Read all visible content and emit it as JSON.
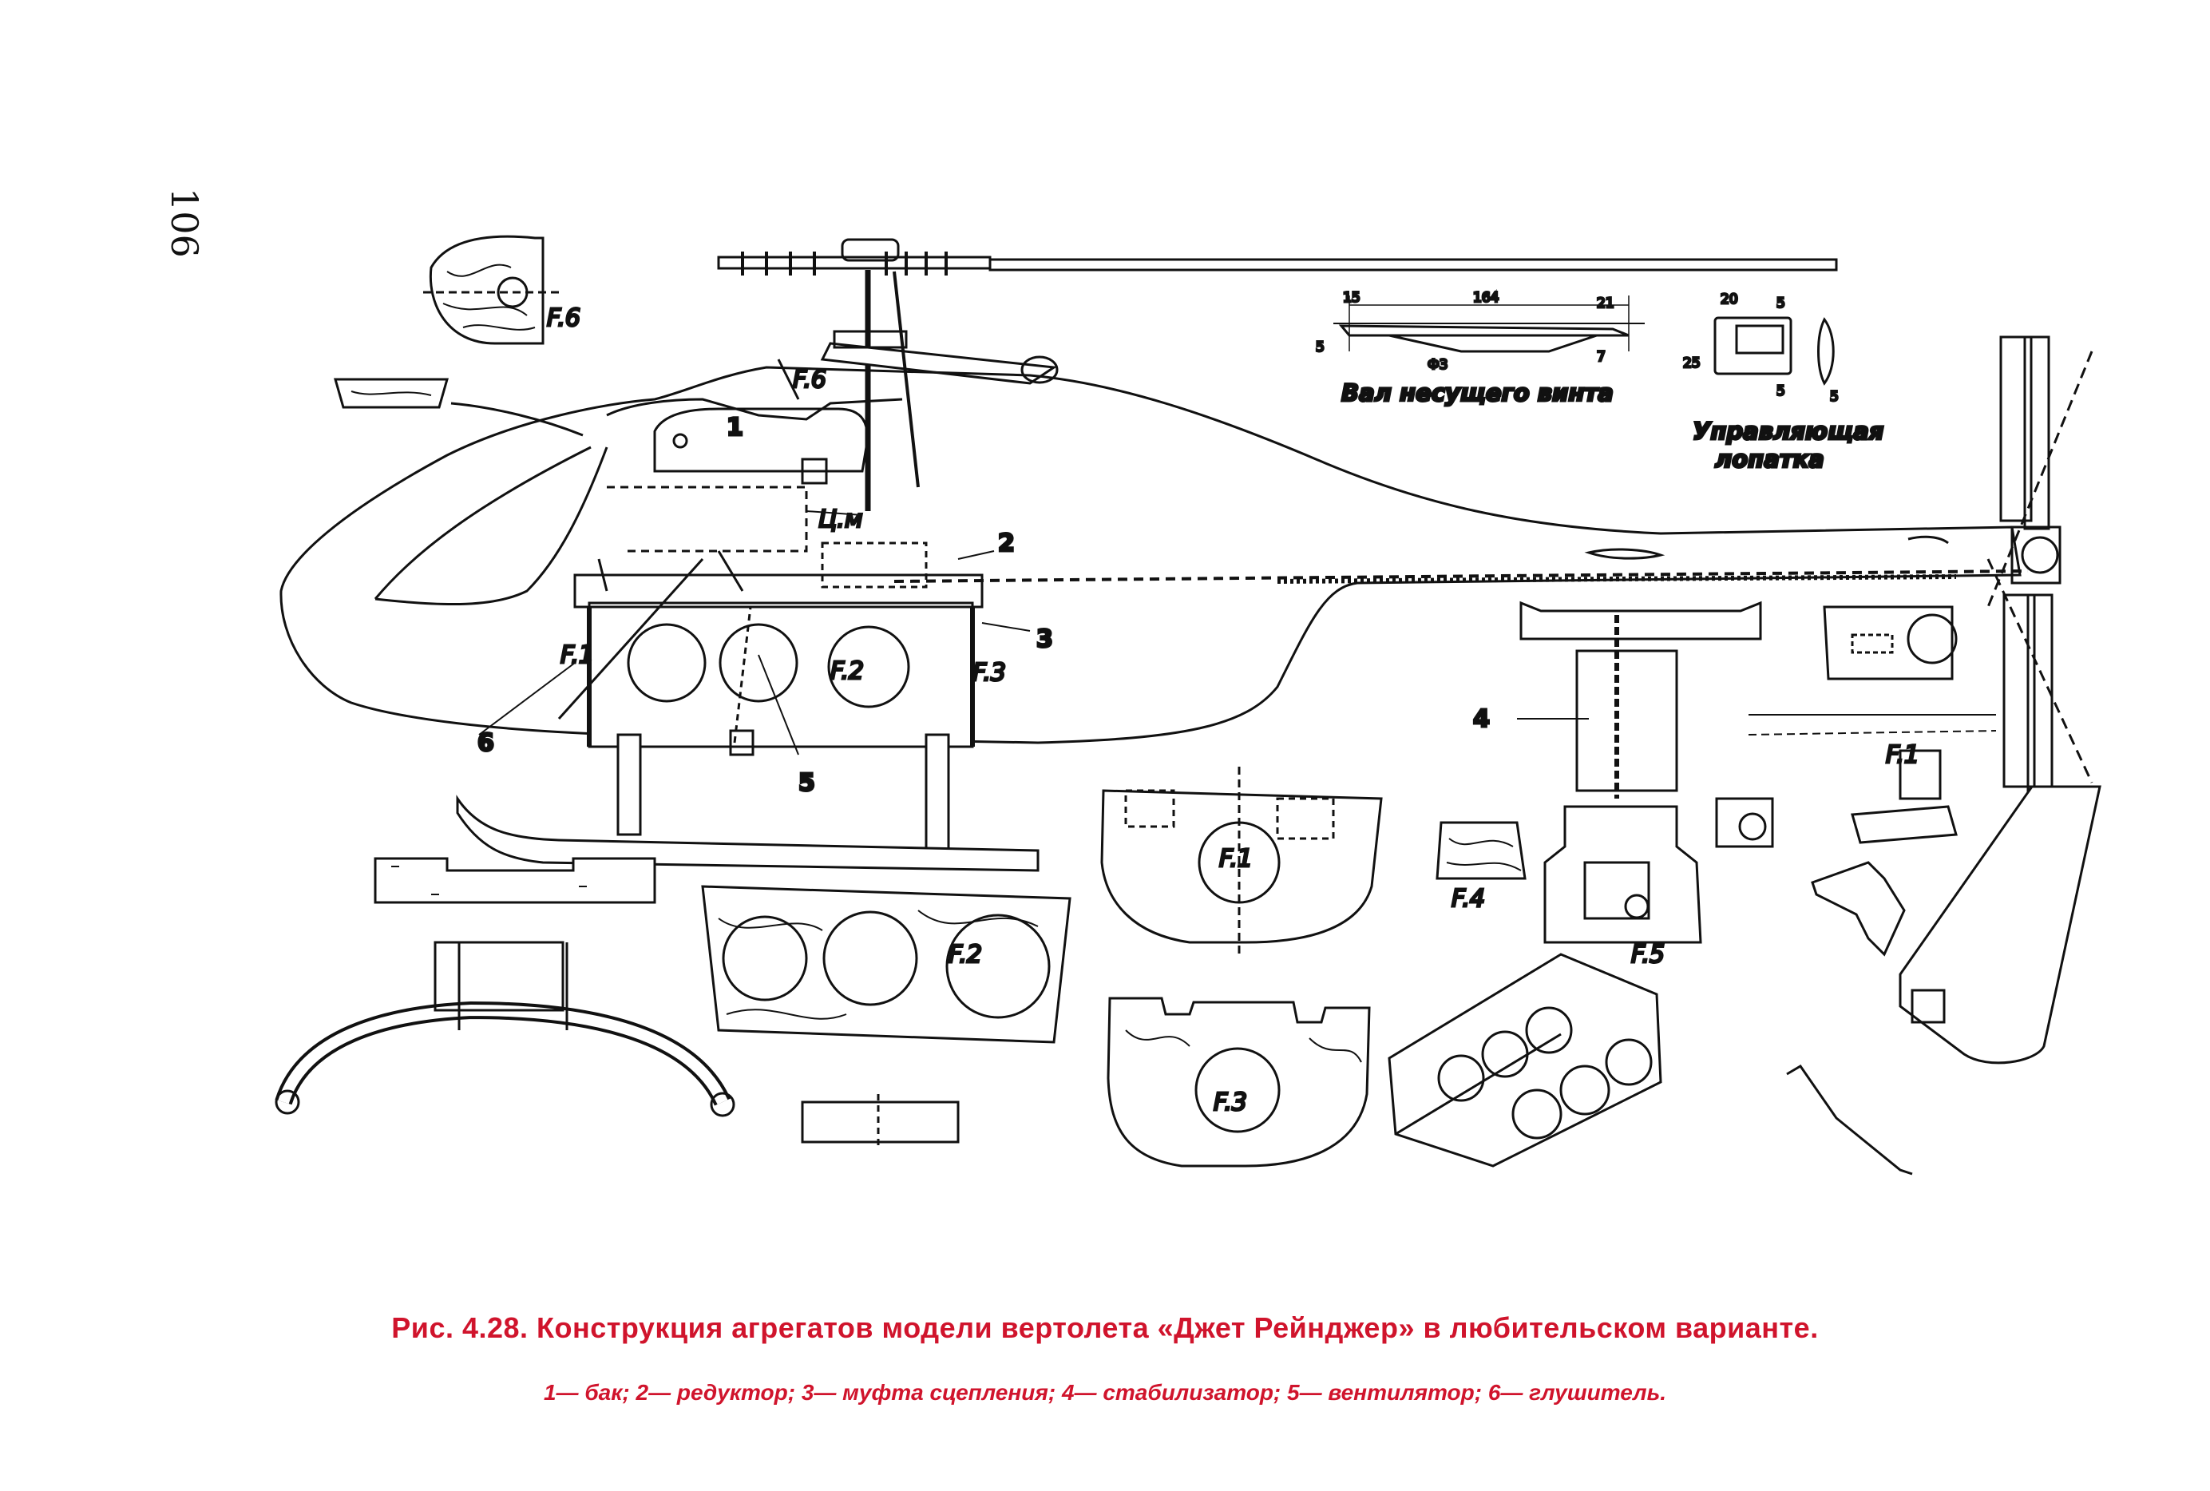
{
  "page_number": "106",
  "caption": {
    "title": "Рис. 4.28. Конструкция агрегатов модели вертолета «Джет Рейнджер» в любительском варианте.",
    "legend": "1— бак; 2— редуктор; 3— муфта сцепления; 4— стабилизатор; 5— вентилятор; 6— глушитель."
  },
  "callouts": {
    "c1": "1",
    "c2": "2",
    "c3": "3",
    "c4": "4",
    "c5": "5",
    "c6": "6",
    "cm": "Ц.м"
  },
  "frame_labels": {
    "f1": "F.1",
    "f2": "F.2",
    "f3": "F.3",
    "f4": "F.4",
    "f5": "F.5",
    "f6": "F.6"
  },
  "detail_notes": {
    "shaft": "Вал несущего винта",
    "paddle_line1": "Управляющая",
    "paddle_line2": "лопатка"
  },
  "dimensions": {
    "shaft": [
      "15",
      "164",
      "21",
      "5",
      "Ф3",
      "7"
    ],
    "paddle": [
      "20",
      "5",
      "25",
      "5",
      "5"
    ]
  }
}
